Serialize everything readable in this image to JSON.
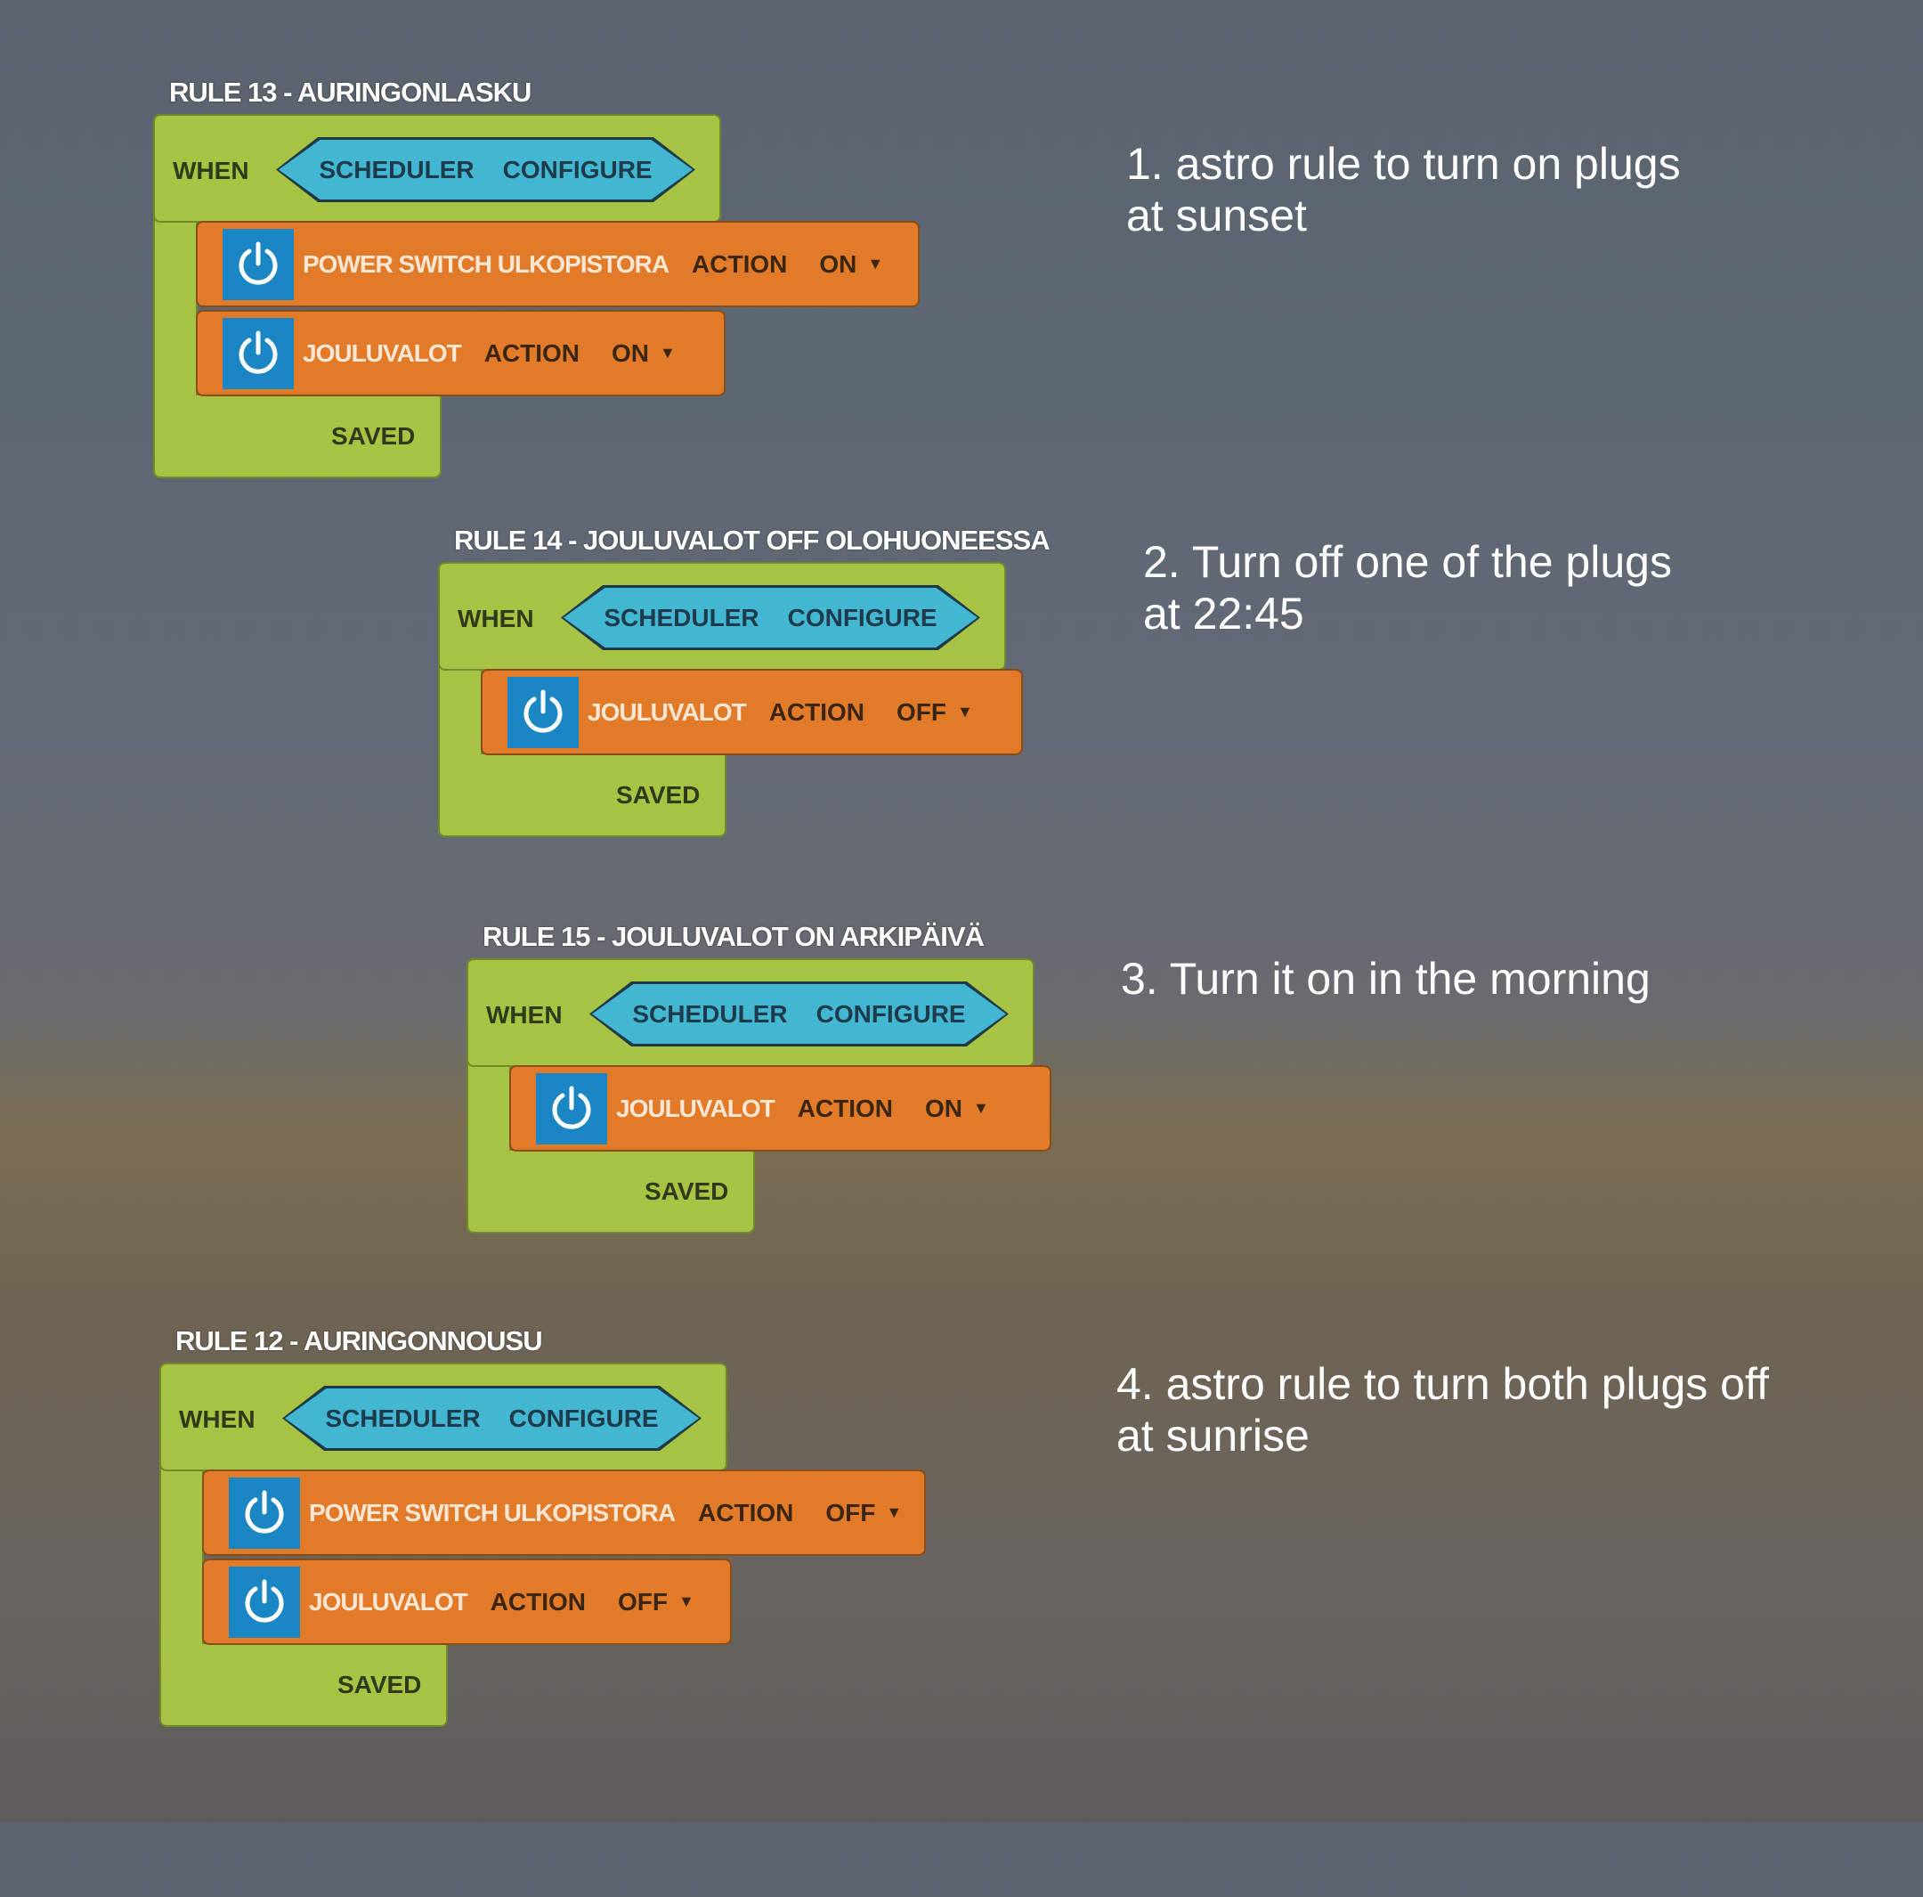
{
  "rules": [
    {
      "title": "RULE 13 - AURINGONLASKU",
      "when": "WHEN",
      "trigger": "SCHEDULER",
      "configure": "CONFIGURE",
      "saved": "SAVED",
      "actions": [
        {
          "device": "POWER SWITCH ULKOPISTORA",
          "action": "ACTION",
          "value": "ON",
          "icon": "power-icon"
        },
        {
          "device": "JOULUVALOT",
          "action": "ACTION",
          "value": "ON",
          "icon": "power-icon"
        }
      ]
    },
    {
      "title": "RULE 14 - JOULUVALOT OFF OLOHUONEESSA",
      "when": "WHEN",
      "trigger": "SCHEDULER",
      "configure": "CONFIGURE",
      "saved": "SAVED",
      "actions": [
        {
          "device": "JOULUVALOT",
          "action": "ACTION",
          "value": "OFF",
          "icon": "power-icon"
        }
      ]
    },
    {
      "title": "RULE 15 - JOULUVALOT ON ARKIPÄIVÄ",
      "when": "WHEN",
      "trigger": "SCHEDULER",
      "configure": "CONFIGURE",
      "saved": "SAVED",
      "actions": [
        {
          "device": "JOULUVALOT",
          "action": "ACTION",
          "value": "ON",
          "icon": "power-icon"
        }
      ]
    },
    {
      "title": "RULE 12 - AURINGONNOUSU",
      "when": "WHEN",
      "trigger": "SCHEDULER",
      "configure": "CONFIGURE",
      "saved": "SAVED",
      "actions": [
        {
          "device": "POWER SWITCH ULKOPISTORA",
          "action": "ACTION",
          "value": "OFF",
          "icon": "power-icon"
        },
        {
          "device": "JOULUVALOT",
          "action": "ACTION",
          "value": "OFF",
          "icon": "power-icon"
        }
      ]
    }
  ],
  "notes": [
    "1. astro rule to turn on plugs\nat sunset",
    "2. Turn off one of the plugs\nat 22:45",
    "3. Turn it on in the morning",
    "4. astro rule to turn both plugs off\nat sunrise"
  ],
  "colors": {
    "rule_block": "#a7c343",
    "action_block": "#e27b29",
    "trigger_block": "#43b6d2",
    "icon_bg": "#1b86c4"
  }
}
